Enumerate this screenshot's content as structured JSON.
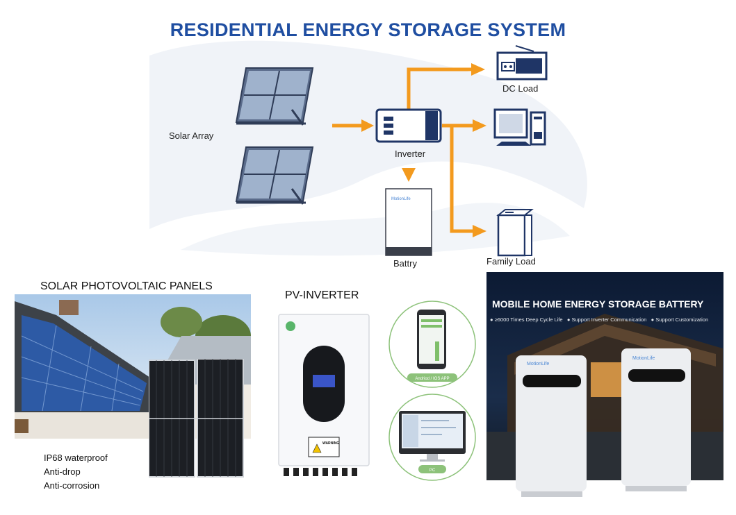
{
  "diagram": {
    "title": "RESIDENTIAL ENERGY STORAGE SYSTEM",
    "labels": {
      "solar_array": "Solar Array",
      "inverter": "Inverter",
      "battery": "Battry",
      "dc_load": "DC Load",
      "family_load": "Family Load"
    },
    "accent_color": "#f39a1e",
    "title_color": "#1f4ea1"
  },
  "panels_section": {
    "title": "SOLAR PHOTOVOLTAIC PANELS",
    "features": [
      "IP68 waterproof",
      "Anti-drop",
      "Anti-corrosion"
    ]
  },
  "inverter_section": {
    "title": "PV-INVERTER",
    "warning": "WARNING",
    "app_label": "Andriod / IOS APP",
    "pc_label": "PC"
  },
  "battery_section": {
    "title": "MOBILE HOME ENERGY STORAGE BATTERY",
    "features": [
      "≥6000 Times Deep Cycle Life",
      "Support Inverter Communication",
      "Support Customization"
    ]
  }
}
